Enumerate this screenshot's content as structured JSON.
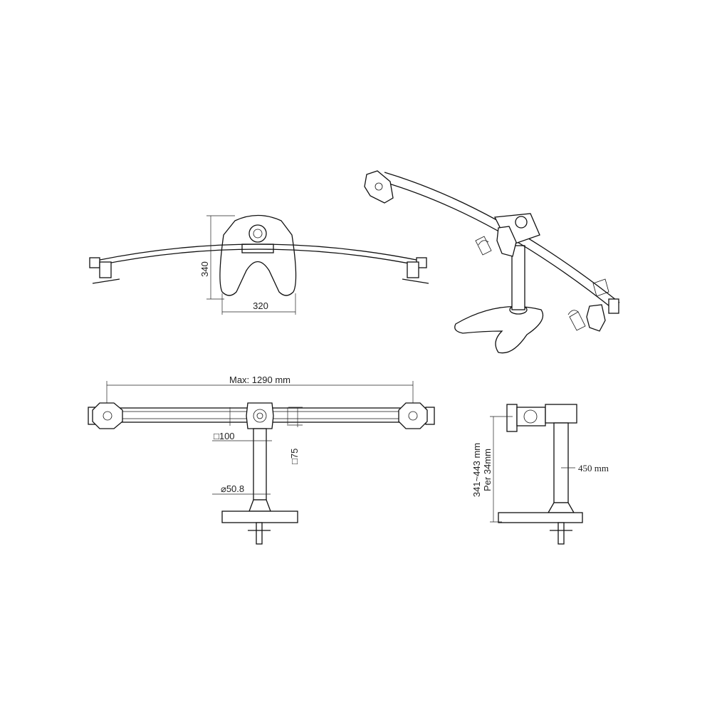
{
  "top_view": {
    "height_label": "340",
    "width_label": "320"
  },
  "front_view": {
    "max_width_label": "Max: 1290 mm",
    "vesa_100_label": "□100",
    "vesa_75_label": "□75",
    "pole_diameter_label": "⌀50.8"
  },
  "side_view": {
    "height_range_label": "341~443 mm",
    "step_label": "Per 34mm",
    "pole_height_label": "450 mm"
  }
}
